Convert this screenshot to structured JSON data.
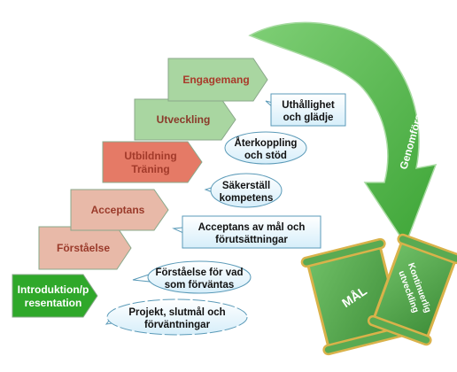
{
  "steps": [
    {
      "label": "Introduktion/p",
      "label2": "resentation",
      "color": "#2fa82a",
      "text_color": "#ffffff"
    },
    {
      "label": "Förståelse",
      "label2": "",
      "color": "#e8b9a8",
      "text_color": "#9a3a2a"
    },
    {
      "label": "Acceptans",
      "label2": "",
      "color": "#e8b9a8",
      "text_color": "#9a3a2a"
    },
    {
      "label": "Utbildning",
      "label2": "Träning",
      "color": "#e57a66",
      "text_color": "#a23a2a"
    },
    {
      "label": "Utveckling",
      "label2": "",
      "color": "#a9d6a1",
      "text_color": "#8a3a2a"
    },
    {
      "label": "Engagemang",
      "label2": "",
      "color": "#a9d6a1",
      "text_color": "#a93a2a"
    }
  ],
  "notes": [
    {
      "line1": "Projekt, slutmål och",
      "line2": "förväntningar",
      "shape": "cloud"
    },
    {
      "line1": "Förståelse för vad",
      "line2": "som förväntas",
      "shape": "bubble"
    },
    {
      "line1": "Acceptans av mål och",
      "line2": "förutsättningar",
      "shape": "box"
    },
    {
      "line1": "Säkerställ",
      "line2": "kompetens",
      "shape": "bubble"
    },
    {
      "line1": "Återkoppling",
      "line2": "och stöd",
      "shape": "bubble"
    },
    {
      "line1": "Uthållighet",
      "line2": "och glädje",
      "shape": "box"
    }
  ],
  "arrow": {
    "label": "Genomförande",
    "color": "#5cbf55"
  },
  "scrolls": [
    {
      "label": "MÅL",
      "color": "#4fa14a"
    },
    {
      "label": "Kontinuerlig",
      "label2": "utveckling",
      "color": "#4fa14a"
    }
  ]
}
